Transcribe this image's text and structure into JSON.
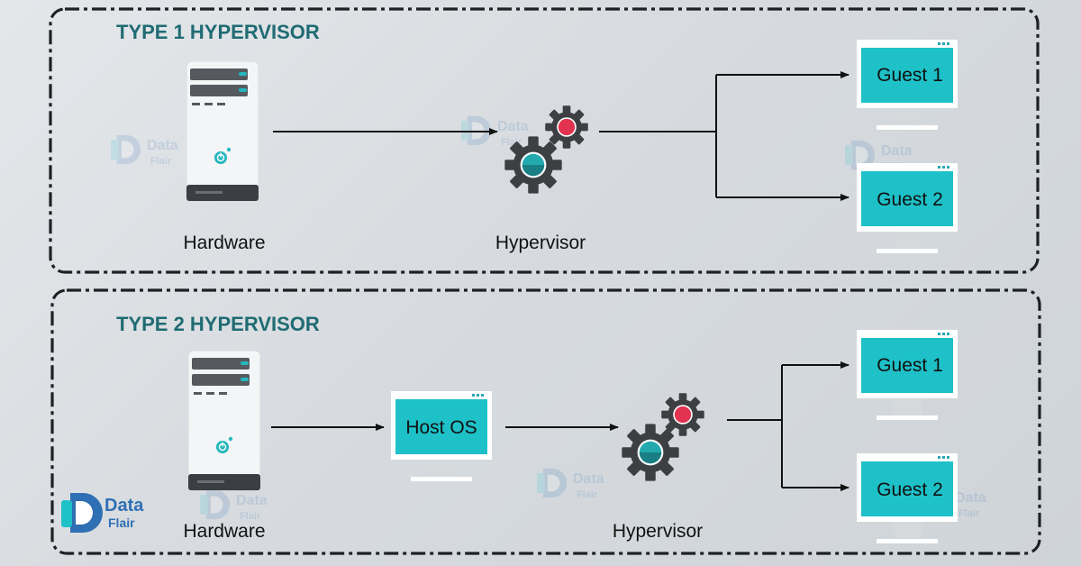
{
  "panels": [
    {
      "title": "TYPE 1 HYPERVISOR",
      "hardware_label": "Hardware",
      "hypervisor_label": "Hypervisor",
      "guests": [
        "Guest 1",
        "Guest 2"
      ]
    },
    {
      "title": "TYPE 2 HYPERVISOR",
      "hardware_label": "Hardware",
      "host_os_label": "Host OS",
      "hypervisor_label": "Hypervisor",
      "guests": [
        "Guest 1",
        "Guest 2"
      ]
    }
  ],
  "logo": {
    "line1": "Data",
    "line2": "Flair"
  },
  "colors": {
    "screen": "#1ec1c8",
    "gear": "#3d3f43",
    "gear_hub_teal": "#22a9ae",
    "gear_hub_red": "#e23350",
    "title": "#1f6b73",
    "logo": "#2f6fb3"
  },
  "icons": [
    "server-icon",
    "gears-icon",
    "monitor-icon",
    "dataflair-logo-icon"
  ]
}
